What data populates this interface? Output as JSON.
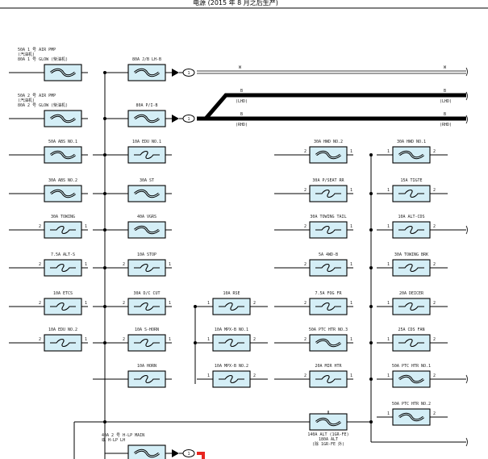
{
  "header": {
    "title": "电源 (2015 年 8 月之后生产)"
  },
  "connector_label": "1",
  "fuses": [
    {
      "id": "f-a1",
      "label": "50A 1 号 AIR PMP\n(汽油机)\n80A 1 号 GLOW (柴油机)",
      "type": "slow",
      "pin_left": "",
      "pin_right": ""
    },
    {
      "id": "f-b1",
      "label": "80A J/B LH-B",
      "type": "slow",
      "pin_left": "",
      "pin_right": ""
    },
    {
      "id": "f-a2",
      "label": "50A 2 号 AIR PMP\n(汽油机)\n80A 2 号 GLOW (柴油机)",
      "type": "slow",
      "pin_left": "",
      "pin_right": ""
    },
    {
      "id": "f-b2",
      "label": "80A P/I-B",
      "type": "slow",
      "pin_left": "",
      "pin_right": ""
    },
    {
      "id": "f-a3",
      "label": "50A ABS NO.1",
      "type": "slow",
      "pin_left": "",
      "pin_right": ""
    },
    {
      "id": "f-b3",
      "label": "10A EDU NO.1",
      "type": "blade",
      "pin_left": "",
      "pin_right": ""
    },
    {
      "id": "f-a4",
      "label": "30A ABS NO.2",
      "type": "slow",
      "pin_left": "",
      "pin_right": ""
    },
    {
      "id": "f-b4",
      "label": "30A ST",
      "type": "slow",
      "pin_left": "",
      "pin_right": ""
    },
    {
      "id": "f-a5",
      "label": "30A TOWING",
      "type": "blade",
      "pin_left": "2",
      "pin_right": "1"
    },
    {
      "id": "f-b5",
      "label": "40A VGRS",
      "type": "slow",
      "pin_left": "",
      "pin_right": ""
    },
    {
      "id": "f-a6",
      "label": "7.5A ALT-S",
      "type": "blade",
      "pin_left": "2",
      "pin_right": "1"
    },
    {
      "id": "f-b6",
      "label": "10A STOP",
      "type": "blade",
      "pin_left": "2",
      "pin_right": "1"
    },
    {
      "id": "f-a7",
      "label": "10A ETCS",
      "type": "blade",
      "pin_left": "2",
      "pin_right": "1"
    },
    {
      "id": "f-b7",
      "label": "30A D/C CUT",
      "type": "blade",
      "pin_left": "2",
      "pin_right": "1"
    },
    {
      "id": "f-c1",
      "label": "10A RSE",
      "type": "blade",
      "pin_left": "1",
      "pin_right": "2"
    },
    {
      "id": "f-a8",
      "label": "10A EDU NO.2",
      "type": "blade",
      "pin_left": "2",
      "pin_right": "1"
    },
    {
      "id": "f-b8",
      "label": "10A S-HORN",
      "type": "blade",
      "pin_left": "2",
      "pin_right": "1"
    },
    {
      "id": "f-c2",
      "label": "10A MPX-B NO.1",
      "type": "blade",
      "pin_left": "1",
      "pin_right": "2"
    },
    {
      "id": "f-b9",
      "label": "10A HORN",
      "type": "blade",
      "pin_left": "",
      "pin_right": ""
    },
    {
      "id": "f-c3",
      "label": "10A MPX-B NO.2",
      "type": "blade",
      "pin_left": "1",
      "pin_right": "2"
    },
    {
      "id": "f-b10",
      "label": "40A 2 号 H-LP MAIN\n或 H-LP LH",
      "type": "slow",
      "pin_left": "",
      "pin_right": ""
    },
    {
      "id": "f-d1",
      "label": "30A HWD NO.2",
      "type": "slow",
      "pin_left": "2",
      "pin_right": "1"
    },
    {
      "id": "f-e1",
      "label": "30A HWD NO.1",
      "type": "slow",
      "pin_left": "1",
      "pin_right": "2"
    },
    {
      "id": "f-d2",
      "label": "30A P/SEAT RR",
      "type": "blade",
      "pin_left": "2",
      "pin_right": "1"
    },
    {
      "id": "f-e2",
      "label": "15A TI&TE",
      "type": "blade",
      "pin_left": "1",
      "pin_right": "2"
    },
    {
      "id": "f-d3",
      "label": "30A TOWING TAIL",
      "type": "blade",
      "pin_left": "2",
      "pin_right": "1"
    },
    {
      "id": "f-e3",
      "label": "10A ALT-CDS",
      "type": "blade",
      "pin_left": "1",
      "pin_right": "2"
    },
    {
      "id": "f-d4",
      "label": "5A 4WD-B",
      "type": "blade",
      "pin_left": "2",
      "pin_right": "1"
    },
    {
      "id": "f-e4",
      "label": "30A TOWING BRK",
      "type": "blade",
      "pin_left": "1",
      "pin_right": "2"
    },
    {
      "id": "f-d5",
      "label": "7.5A FOG FR",
      "type": "blade",
      "pin_left": "2",
      "pin_right": "1"
    },
    {
      "id": "f-e5",
      "label": "20A DEICER",
      "type": "blade",
      "pin_left": "1",
      "pin_right": "2"
    },
    {
      "id": "f-d6",
      "label": "50A PTC HTR NO.3",
      "type": "slow",
      "pin_left": "2",
      "pin_right": "1"
    },
    {
      "id": "f-e6",
      "label": "25A CDS FAN",
      "type": "blade",
      "pin_left": "1",
      "pin_right": "2"
    },
    {
      "id": "f-d7",
      "label": "20A MIR HTR",
      "type": "blade",
      "pin_left": "2",
      "pin_right": "1"
    },
    {
      "id": "f-e7",
      "label": "50A PTC HTR NO.1",
      "type": "slow",
      "pin_left": "1",
      "pin_right": "2"
    },
    {
      "id": "f-e8",
      "label": "50A PTC HTR NO.2",
      "type": "slow",
      "pin_left": "1",
      "pin_right": "2"
    },
    {
      "id": "f-d8",
      "label": "140A ALT (1GR-FE)\n180A ALT\n(除 1GR-FE 外)",
      "type": "slow",
      "pin_left": "",
      "pin_right": ""
    }
  ],
  "wires": [
    {
      "id": "w1",
      "color_code": "W",
      "note": ""
    },
    {
      "id": "w2",
      "color_code": "B",
      "note": "(LHD)"
    },
    {
      "id": "w3",
      "color_code": "B",
      "note": "(RHD)"
    }
  ]
}
